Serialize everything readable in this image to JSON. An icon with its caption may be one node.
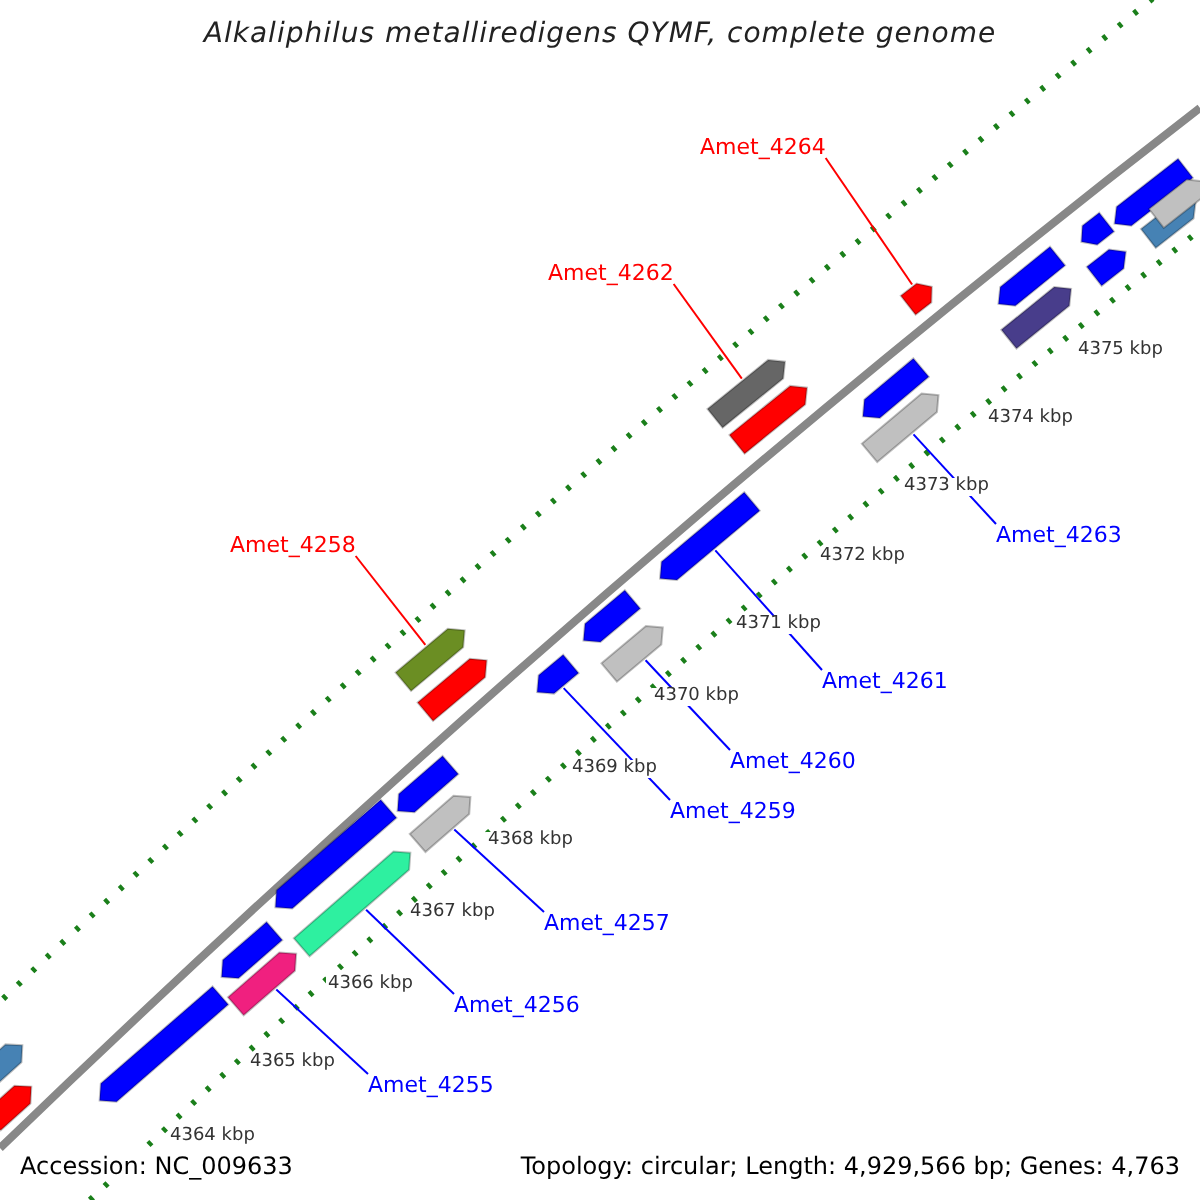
{
  "diagram": {
    "title": "Alkaliphilus metalliredigens QYMF, complete genome",
    "nodes": [
      {
        "text": [
          "Amet_4264"
        ]
      },
      {
        "text": [
          "Amet_4262"
        ]
      },
      {
        "text": [
          "Amet_4263"
        ]
      },
      {
        "text": [
          "Amet_4258"
        ]
      },
      {
        "text": [
          "Amet_4261"
        ]
      },
      {
        "text": [
          "Amet_4260"
        ]
      },
      {
        "text": [
          "Amet_4259"
        ]
      },
      {
        "text": [
          "Amet_4257"
        ]
      },
      {
        "text": [
          "Amet_4256"
        ]
      },
      {
        "text": [
          "Amet_4255"
        ]
      },
      {
        "text": [],
        "shape": "bar"
      },
      {
        "text": [],
        "shape": "bar"
      },
      {
        "text": [],
        "shape": "bar"
      },
      {
        "text": [],
        "shape": "bar"
      },
      {
        "text": [],
        "shape": "bar"
      },
      {
        "text": [],
        "shape": "bar"
      },
      {
        "text": [],
        "shape": "bar"
      },
      {
        "text": [],
        "shape": "bar"
      },
      {
        "text": [],
        "shape": "bar"
      },
      {
        "text": [],
        "shape": "bar"
      },
      {
        "text": [],
        "shape": "bar"
      },
      {
        "text": [],
        "shape": "bar"
      },
      {
        "text": [],
        "shape": "bar"
      },
      {
        "text": [],
        "shape": "bar"
      },
      {
        "text": [],
        "shape": "bar"
      },
      {
        "text": [],
        "shape": "bar"
      },
      {
        "text": [],
        "shape": "bar"
      },
      {
        "text": [],
        "shape": "bar"
      },
      {
        "text": [],
        "shape": "bar"
      },
      {
        "text": [],
        "shape": "bar"
      },
      {
        "text": [],
        "shape": "bar"
      },
      {
        "text": [],
        "shape": "bar"
      },
      {
        "text": [],
        "shape": "bar"
      },
      {
        "text": [],
        "shape": "bar"
      },
      {
        "text": [],
        "shape": "bar"
      },
      {
        "text": [],
        "shape": "bar"
      },
      {
        "text": [],
        "shape": "bar"
      }
    ],
    "edges": [
      {
        "from": 0,
        "to": 10,
        "arrow": "none",
        "color": "#ff0000"
      },
      {
        "from": 1,
        "to": 11,
        "arrow": "none",
        "color": "#ff0000"
      },
      {
        "from": 2,
        "to": 12,
        "arrow": "none"
      },
      {
        "from": 3,
        "to": 13,
        "arrow": "none",
        "color": "#ff0000"
      },
      {
        "from": 4,
        "to": 14,
        "arrow": "none"
      },
      {
        "from": 5,
        "to": 15,
        "arrow": "none"
      },
      {
        "from": 6,
        "to": 16,
        "arrow": "none"
      },
      {
        "from": 7,
        "to": 17,
        "arrow": "none"
      },
      {
        "from": 8,
        "to": 18,
        "arrow": "none"
      },
      {
        "from": 9,
        "to": 19,
        "arrow": "none"
      }
    ],
    "labels": [
      "4375 kbp",
      "4374 kbp",
      "4373 kbp",
      "4372 kbp",
      "4371 kbp",
      "4370 kbp",
      "4369 kbp",
      "4368 kbp",
      "4367 kbp",
      "4366 kbp",
      "4365 kbp",
      "4364 kbp",
      "Accession: NC_009633",
      "Topology: circular; Length: 4,929,566 bp; Genes: 4,763"
    ]
  }
}
